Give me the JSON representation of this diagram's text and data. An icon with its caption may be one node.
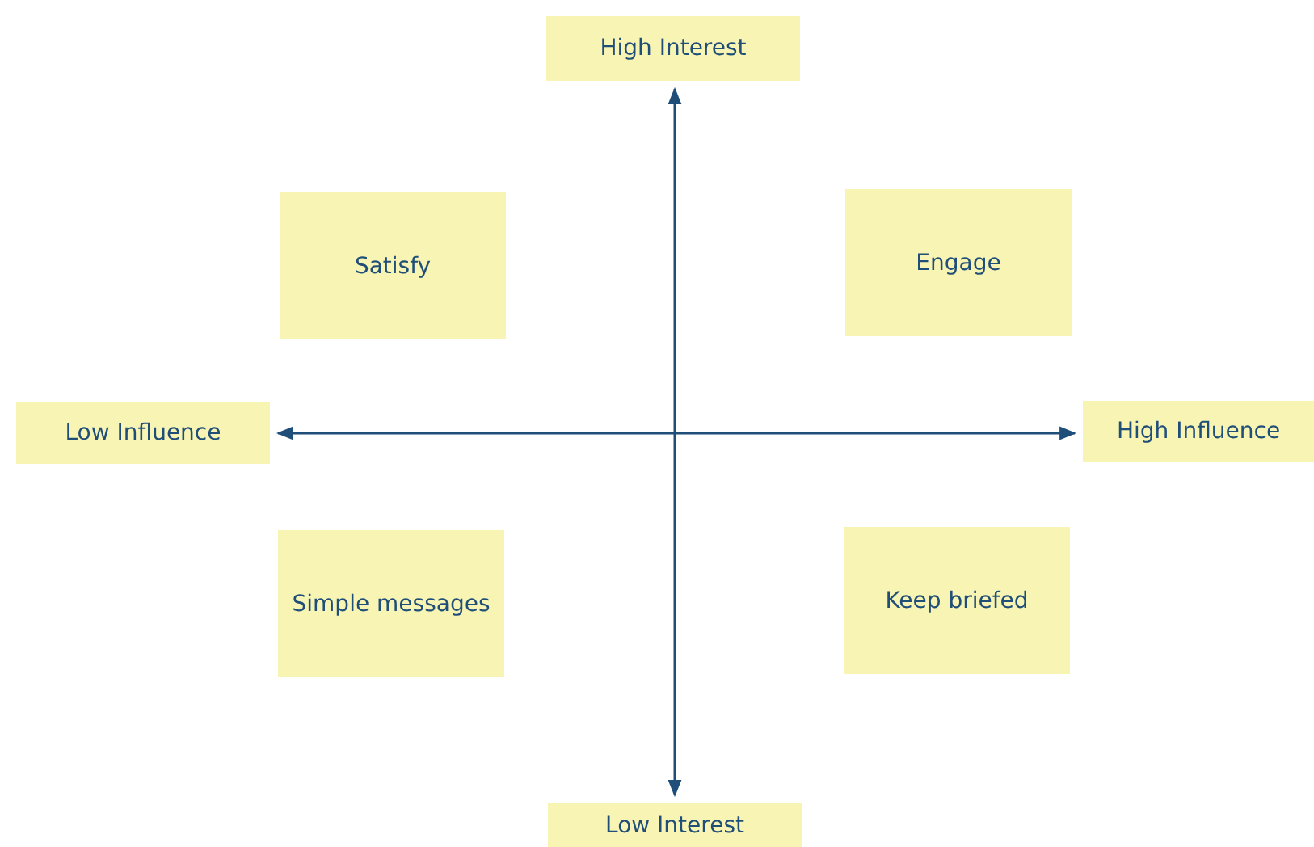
{
  "diagram": {
    "nodes": [
      {
        "text": [
          "High Interest"
        ]
      },
      {
        "text": [
          "Satisfy"
        ]
      },
      {
        "text": [
          "Engage"
        ]
      },
      {
        "text": [
          "Low Influence"
        ]
      },
      {
        "text": [
          "High Influence"
        ]
      },
      {
        "text": [
          "Simple messages"
        ]
      },
      {
        "text": [
          "Keep briefed"
        ]
      },
      {
        "text": [
          "Low Interest"
        ]
      }
    ],
    "edges": [
      {
        "from": 7,
        "to": 0,
        "arrow": "both"
      },
      {
        "from": 3,
        "to": 4,
        "arrow": "both"
      }
    ]
  }
}
